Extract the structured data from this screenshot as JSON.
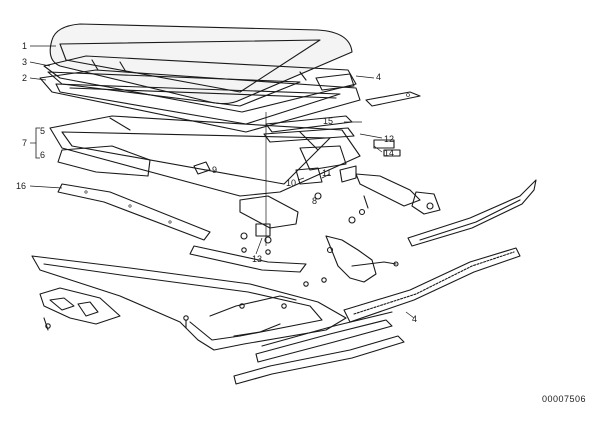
{
  "callouts": {
    "c1": "1",
    "c2": "2",
    "c3": "3",
    "c4a": "4",
    "c4b": "4",
    "c5": "5",
    "c6": "6",
    "c7": "7",
    "c8": "8",
    "c9": "9",
    "c10": "10",
    "c11": "11",
    "c12": "12",
    "c13": "13",
    "c14": "14",
    "c15": "15",
    "c16": "16"
  },
  "reference_number": "00007506"
}
